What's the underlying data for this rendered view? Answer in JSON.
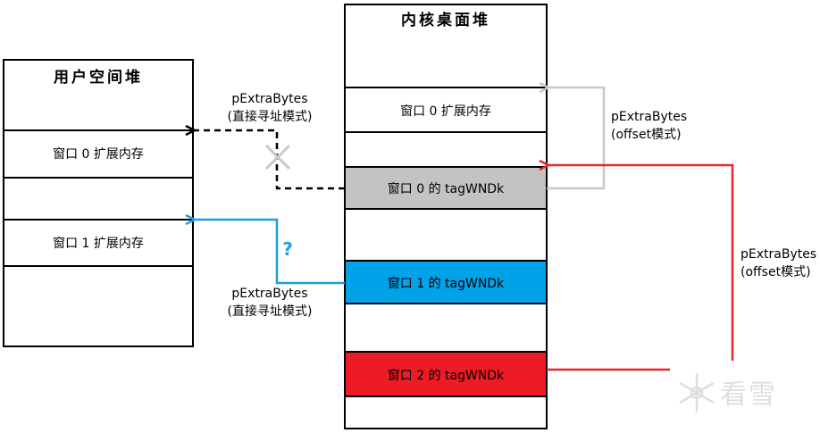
{
  "user_heap": {
    "title": "用户空间堆",
    "rows": [
      "",
      "窗口 0 扩展内存",
      "",
      "窗口 1 扩展内存",
      ""
    ]
  },
  "kernel_heap": {
    "title": "内核桌面堆",
    "rows": [
      "",
      "窗口 0 扩展内存",
      "",
      "窗口 0 的 tagWNDk",
      "",
      "窗口 1 的 tagWNDk",
      "",
      "窗口 2 的 tagWNDk",
      ""
    ]
  },
  "labels": {
    "direct_top_1": "pExtraBytes",
    "direct_top_2": "(直接寻址模式)",
    "direct_bottom_1": "pExtraBytes",
    "direct_bottom_2": "(直接寻址模式)",
    "offset_top_1": "pExtraBytes",
    "offset_top_2": "(offset模式)",
    "offset_right_1": "pExtraBytes",
    "offset_right_2": "(offset模式)",
    "question": "?"
  },
  "colors": {
    "gray_cell": "#c3c3c3",
    "blue_cell": "#00a2e8",
    "red_cell": "#ed1c24",
    "blue_arrow": "#1e9fdc",
    "red_arrow": "#e8262d",
    "gray_arrow": "#c8c8c8",
    "cross": "#c8c8c8"
  },
  "watermark": "看雪"
}
